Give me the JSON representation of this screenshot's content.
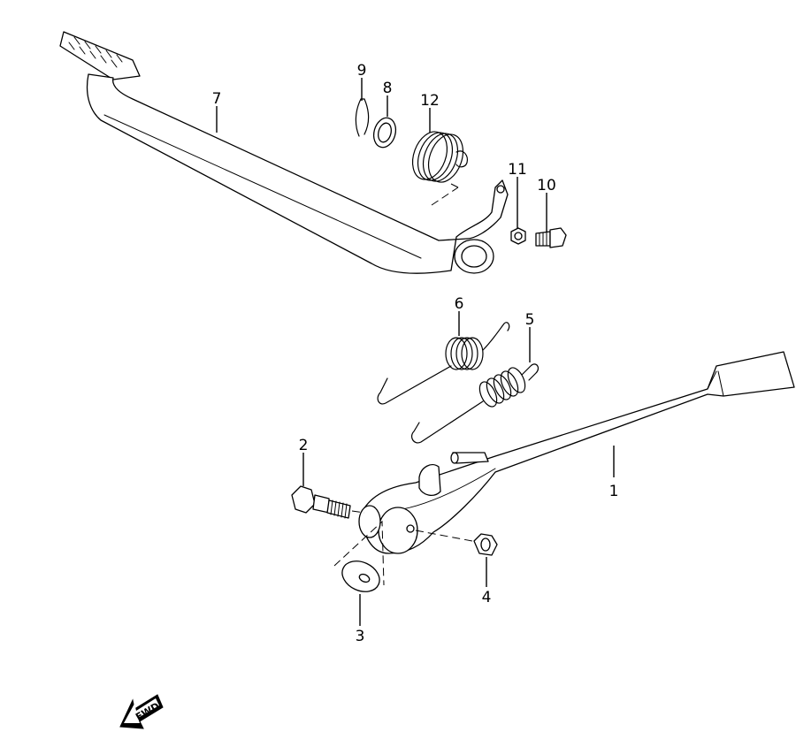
{
  "callouts": {
    "c1": "1",
    "c2": "2",
    "c3": "3",
    "c4": "4",
    "c5": "5",
    "c6": "6",
    "c7": "7",
    "c8": "8",
    "c9": "9",
    "c10": "10",
    "c11": "11",
    "c12": "12"
  },
  "fwd_label": "FWD",
  "colors": {
    "line": "#000000",
    "background": "#ffffff"
  }
}
